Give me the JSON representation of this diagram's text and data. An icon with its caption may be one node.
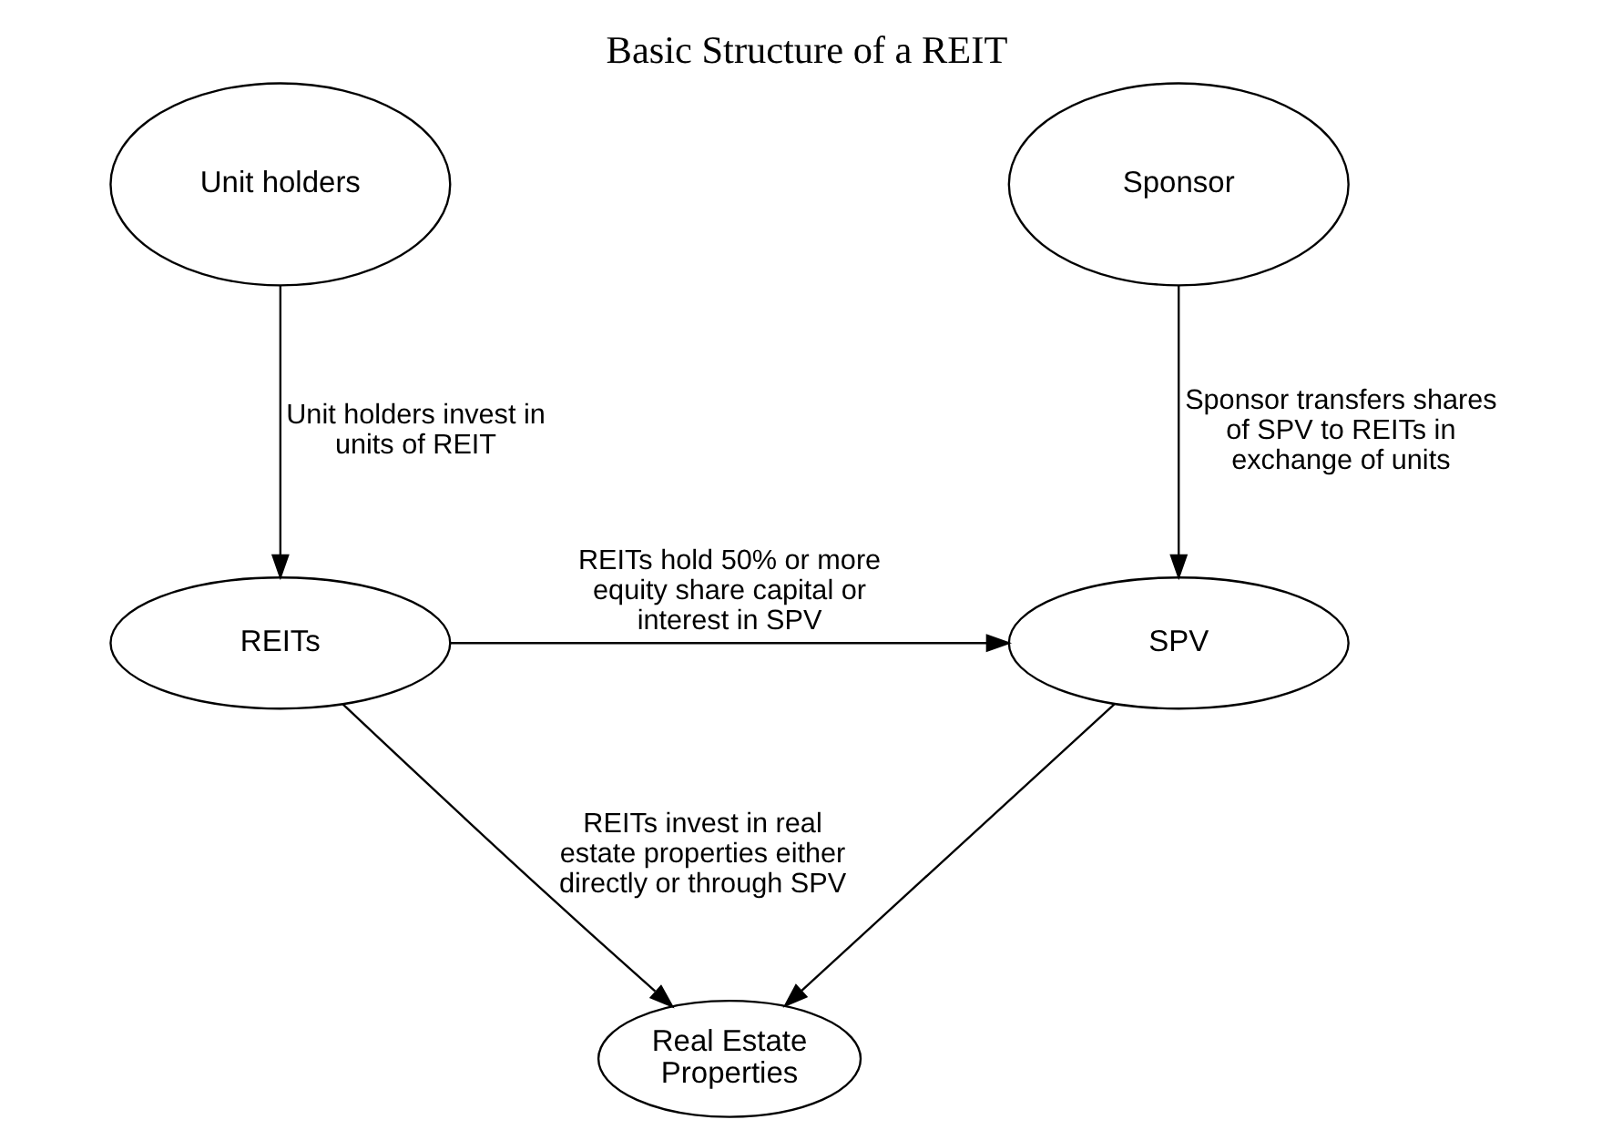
{
  "diagram": {
    "title": "Basic Structure of a REIT",
    "nodes": [
      {
        "text": [
          "Sponsor"
        ]
      },
      {
        "text": [
          "Unit holders"
        ]
      },
      {
        "text": [
          "SPV"
        ]
      },
      {
        "text": [
          "REITs"
        ]
      },
      {
        "text": [
          "Real Estate Properties"
        ]
      }
    ],
    "edges": [
      {
        "from": 0,
        "to": 2,
        "arrow": "to",
        "label": "Sponsor transfers shares of SPV to REITs in exchange of units"
      },
      {
        "from": 1,
        "to": 3,
        "arrow": "to",
        "label": "Unit holders invest in units of REIT"
      },
      {
        "from": 3,
        "to": 2,
        "arrow": "to",
        "label": "REITs hold 50% or more equity share capital or interest in SPV"
      },
      {
        "from": 2,
        "to": 4,
        "arrow": "to"
      },
      {
        "from": 3,
        "to": 4,
        "arrow": "to",
        "label": "REITs invest in real estate properties either directly or through SPV"
      }
    ]
  }
}
